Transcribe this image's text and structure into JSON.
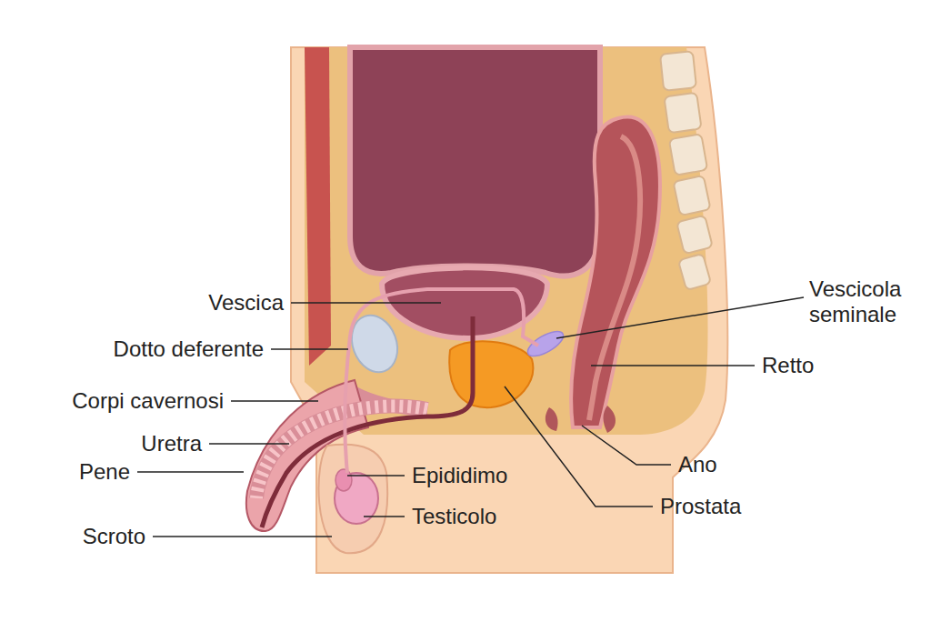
{
  "diagram": {
    "labels": [
      "Vescica",
      "Dotto deferente",
      "Corpi cavernosi",
      "Uretra",
      "Pene",
      "Scroto",
      "Epididimo",
      "Testicolo",
      "Vescicola seminale",
      "Retto",
      "Ano",
      "Prostata"
    ]
  }
}
